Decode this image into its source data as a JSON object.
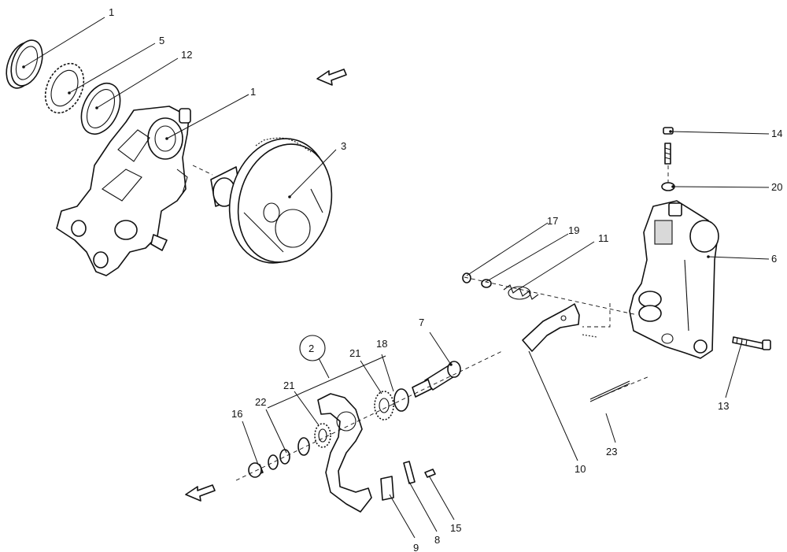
{
  "callouts": {
    "c1a": "1",
    "c5": "5",
    "c12": "12",
    "c1b": "1",
    "c3": "3",
    "c14": "14",
    "c20": "20",
    "c6": "6",
    "c17": "17",
    "c19": "19",
    "c11": "11",
    "c7": "7",
    "c2": "2",
    "c18": "18",
    "c21a": "21",
    "c21b": "21",
    "c22": "22",
    "c16": "16",
    "c10": "10",
    "c23": "23",
    "c13": "13",
    "c9": "9",
    "c8": "8",
    "c15": "15"
  }
}
